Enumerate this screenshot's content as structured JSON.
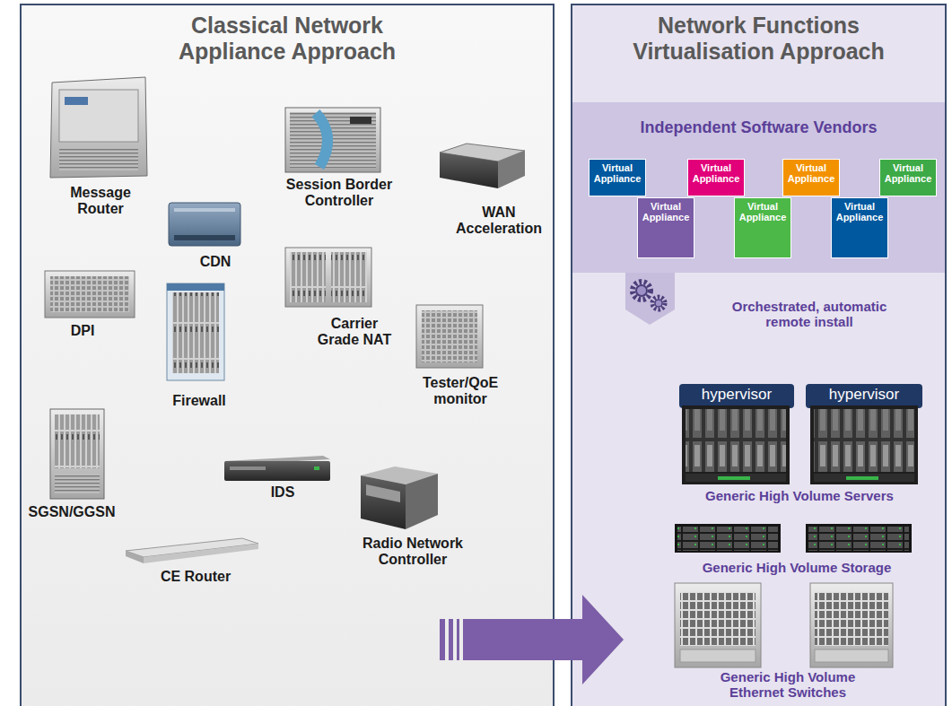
{
  "diagram": {
    "nodes": [
      {
        "text": [
          "Classical Network Appliance Approach"
        ]
      },
      {
        "text": [
          "Network Functions Virtualisation Approach"
        ]
      },
      {
        "text": [
          "Independent Software Vendors"
        ],
        "in": 1
      },
      {
        "text": [
          "Virtual Appliance"
        ],
        "in": 2
      },
      {
        "text": [
          "Virtual Appliance"
        ],
        "in": 2
      },
      {
        "text": [
          "Virtual Appliance"
        ],
        "in": 2
      },
      {
        "text": [
          "Virtual Appliance"
        ],
        "in": 2
      },
      {
        "text": [
          "Virtual Appliance"
        ],
        "in": 2
      },
      {
        "text": [
          "Virtual Appliance"
        ],
        "in": 2
      },
      {
        "text": [
          "Virtual Appliance"
        ],
        "in": 2
      },
      {
        "text": [
          "hypervisor"
        ],
        "in": 1
      },
      {
        "text": [
          "hypervisor"
        ],
        "in": 1
      }
    ],
    "edges": [
      {
        "from": 0,
        "to": 1,
        "arrow": "to"
      }
    ],
    "labels": [
      "Message Router",
      "Session Border Controller",
      "WAN Acceleration",
      "CDN",
      "DPI",
      "Carrier Grade NAT",
      "Firewall",
      "Tester/QoE monitor",
      "SGSN/GGSN",
      "IDS",
      "Radio Network Controller",
      "CE Router",
      "Orchestrated, automatic remote install",
      "Generic High Volume Servers",
      "Generic High Volume Storage",
      "Generic High Volume Ethernet Switches"
    ]
  }
}
